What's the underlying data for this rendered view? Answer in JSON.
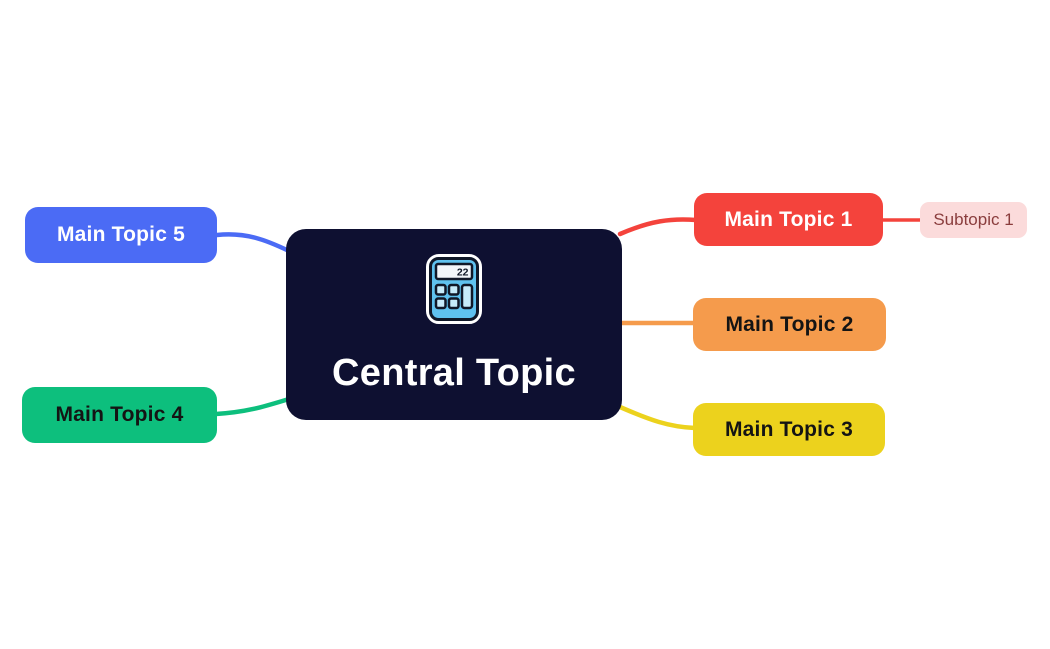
{
  "canvas": {
    "background": "#ffffff"
  },
  "central": {
    "label": "Central Topic",
    "bg": "#0e1031",
    "text_color": "#ffffff",
    "icon": "calculator-icon",
    "icon_display_value": "22",
    "icon_body_color": "#5fc2ef",
    "icon_button_color": "#c6ebfa",
    "icon_outline_color": "#101828"
  },
  "topics": [
    {
      "id": "main-topic-1",
      "label": "Main Topic 1",
      "bg": "#f4433c",
      "text_color": "#ffffff",
      "side": "right"
    },
    {
      "id": "main-topic-2",
      "label": "Main Topic 2",
      "bg": "#f59b4c",
      "text_color": "#141414",
      "side": "right"
    },
    {
      "id": "main-topic-3",
      "label": "Main Topic 3",
      "bg": "#ecd21d",
      "text_color": "#141414",
      "side": "right"
    },
    {
      "id": "main-topic-4",
      "label": "Main Topic 4",
      "bg": "#0dbf7d",
      "text_color": "#141414",
      "side": "left"
    },
    {
      "id": "main-topic-5",
      "label": "Main Topic 5",
      "bg": "#4b6bf5",
      "text_color": "#ffffff",
      "side": "left"
    }
  ],
  "subtopics": [
    {
      "id": "subtopic-1",
      "label": "Subtopic 1",
      "bg": "#fbdbdb",
      "text_color": "#8a3d3d",
      "parent": "main-topic-1"
    }
  ]
}
